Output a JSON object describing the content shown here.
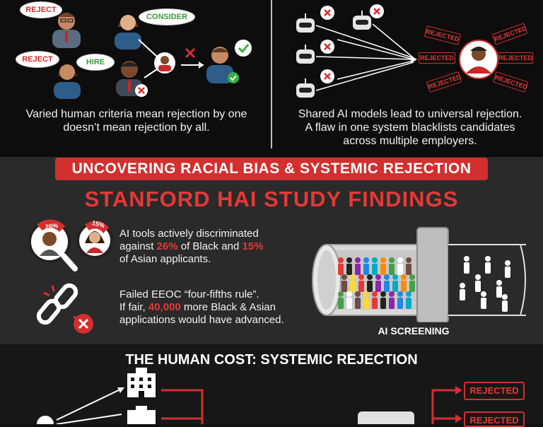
{
  "top_left": {
    "bubbles": {
      "reject1": "REJECT",
      "consider": "CONSIDER",
      "reject2": "REJECT",
      "hire": "HIRE"
    },
    "caption_line1": "Varied human criteria mean rejection by one",
    "caption_line2": "doesn’t mean rejection by all."
  },
  "top_right": {
    "stamp_label": "REJECTED",
    "caption_line1": "Shared AI models lead to universal rejection.",
    "caption_line2": "A flaw in one system blacklists candidates",
    "caption_line3": "across multiple employers."
  },
  "banner": {
    "text": "UNCOVERING RACIAL BIAS & SYSTEMIC REJECTION"
  },
  "heading": {
    "text": "STANFORD HAI STUDY FINDINGS"
  },
  "finding1": {
    "badge_black": "26%",
    "badge_asian": "15%",
    "line1": "AI tools actively discriminated",
    "line2_pre": "against ",
    "line2_pct1": "26%",
    "line2_mid": " of Black and ",
    "line2_pct2": "15%",
    "line3": "of Asian applicants."
  },
  "finding2": {
    "line1": "Failed EEOC “four-fifths rule”.",
    "line2_pre": "If fair, ",
    "line2_num": "40,000",
    "line2_post": " more Black & Asian",
    "line3": "applications would have advanced."
  },
  "ai_screening": {
    "label": "AI SCREENING"
  },
  "bottom": {
    "title": "THE HUMAN COST: SYSTEMIC REJECTION",
    "badge1": "REJECTED",
    "badge2": "REJECTED"
  },
  "colors": {
    "accent_red": "#d32f2f",
    "check_green": "#3cb043"
  }
}
